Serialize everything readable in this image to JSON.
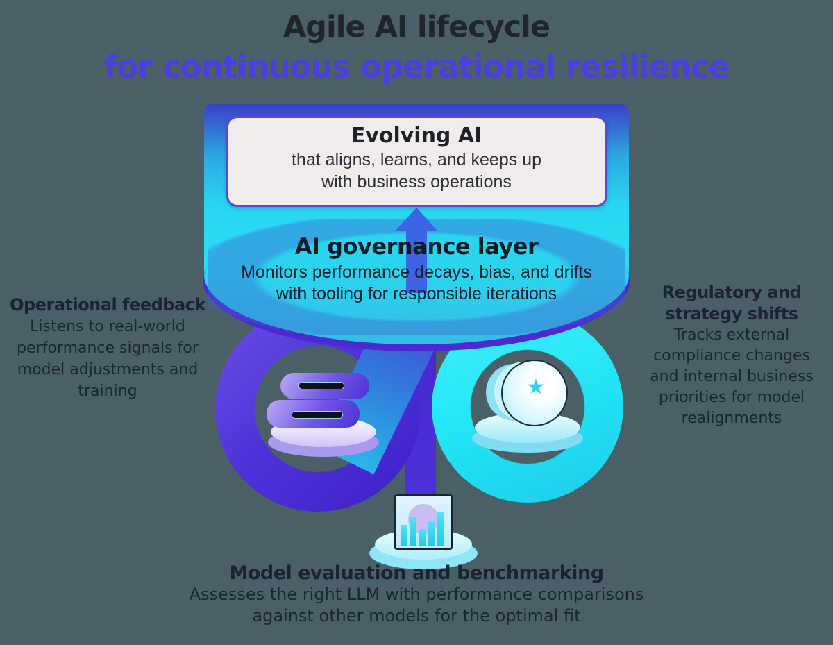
{
  "title": {
    "line1": "Agile AI lifecycle",
    "line2": "for continuous operational resilience"
  },
  "card": {
    "heading": "Evolving AI",
    "body_line1": "that aligns, learns, and keeps up",
    "body_line2": "with business operations"
  },
  "governance": {
    "heading": "AI governance layer",
    "line1": "Monitors performance decays, bias, and drifts",
    "line2": "with tooling for responsible iterations"
  },
  "labels": {
    "left": {
      "heading": "Operational feedback",
      "lines": [
        "Listens to real-world",
        "performance signals for",
        "model adjustments and",
        "training"
      ]
    },
    "right": {
      "heading_line1": "Regulatory and",
      "heading_line2": "strategy shifts",
      "lines": [
        "Tracks external",
        "compliance changes",
        "and internal business",
        "priorities for model",
        "realignments"
      ]
    },
    "bottom": {
      "heading": "Model evaluation and benchmarking",
      "lines": [
        "Assesses the right LLM with performance comparisons",
        "against other models for the optimal fit"
      ]
    }
  },
  "icons": {
    "star_glyph": "★",
    "up_arrow": "up-arrow-icon",
    "model_stack": "model-stack-icon",
    "coin_stack": "coin-stack-icon",
    "benchmark_tablet": "benchmark-tablet-icon"
  },
  "colors": {
    "background": "#4b5f67",
    "title_dark": "#20242b",
    "title_purple": "#4a3edd",
    "loop_purple": "#4f33d9",
    "loop_cyan": "#22e5f6",
    "disc_cyan": "#29d8f0",
    "disc_rim_purple": "#4c2ad2",
    "arrow_blue": "#3e63e4",
    "card_bg": "#efeceb",
    "card_border": "#5a49d6",
    "body_text": "#1c2530"
  }
}
